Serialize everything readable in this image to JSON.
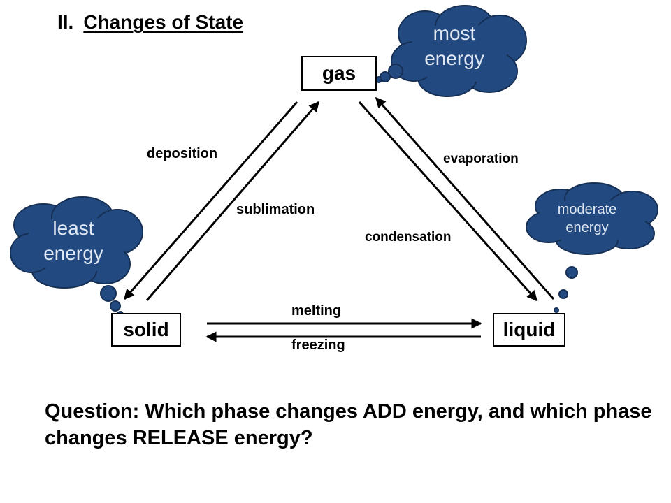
{
  "heading": {
    "number": "II.",
    "title": "Changes of State"
  },
  "states": {
    "gas": "gas",
    "solid": "solid",
    "liquid": "liquid"
  },
  "transitions": {
    "deposition": "deposition",
    "sublimation": "sublimation",
    "evaporation": "evaporation",
    "condensation": "condensation",
    "melting": "melting",
    "freezing": "freezing"
  },
  "clouds": {
    "most": {
      "line1": "most",
      "line2": "energy"
    },
    "least": {
      "line1": "least",
      "line2": "energy"
    },
    "moderate": {
      "line1": "moderate",
      "line2": "energy"
    }
  },
  "question": "Question: Which phase changes ADD energy, and which phase changes RELEASE energy?",
  "colors": {
    "cloud_fill": "#234a80",
    "cloud_stroke": "#152f55",
    "cloud_text": "#dfe8f3",
    "ink": "#000000"
  }
}
